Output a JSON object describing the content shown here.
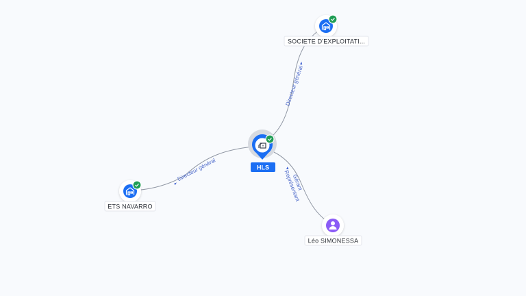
{
  "nodes": {
    "center": {
      "label": "HLS",
      "icon": "building-icon",
      "verified": true
    },
    "top": {
      "label": "SOCIETE D'EXPLOITATI...",
      "icon": "company-icon",
      "verified": true
    },
    "left": {
      "label": "ETS NAVARRO",
      "icon": "company-icon",
      "verified": true
    },
    "bottom": {
      "label": "Léo SIMONESSA",
      "icon": "person-icon",
      "verified": false
    }
  },
  "edges": {
    "top": {
      "label": "Directeur général"
    },
    "left": {
      "label": "Directeur général"
    },
    "bottom": {
      "label_line1": "Gérant",
      "label_line2": "Représentant"
    }
  },
  "colors": {
    "accent_blue": "#1b6ef3",
    "verified_green": "#1f9d55",
    "person_purple": "#8b5cf6",
    "edge_gray": "#8f96a3",
    "edge_label_blue": "#4a67c9",
    "background": "#f8fafd"
  }
}
